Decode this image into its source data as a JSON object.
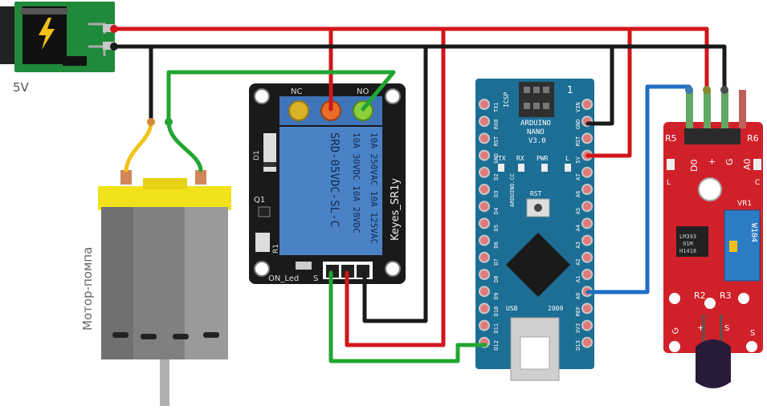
{
  "power": {
    "label": "5V"
  },
  "motor": {
    "label": "Мотор-помпа"
  },
  "relay": {
    "nc_label": "NC",
    "no_label": "NO",
    "d1_label": "D1",
    "q1_label": "Q1",
    "r1_label": "R1",
    "led_label": "ON_Led",
    "s_label": "S",
    "brand": "Keyes_SR1y",
    "spec_line1": "10A 250VAC 10A 125VAC",
    "spec_line2": "10A 30VDC 10A 28VDC",
    "model": "SRD-05VDC-SL-C"
  },
  "arduino": {
    "title1": "ARDUINO",
    "title2": "NANO",
    "title3": "V3.0",
    "icsp": "ICSP",
    "tx": "TX",
    "rx": "RX",
    "pwr": "PWR",
    "l": "L",
    "cc": "ARDUINO.CC",
    "rst": "RST",
    "usb": "USB",
    "year": "2009",
    "num1": "1",
    "left_pins": [
      "TX1",
      "RX0",
      "RST",
      "GND",
      "D2",
      "D3",
      "D4",
      "D5",
      "D6",
      "D7",
      "D8",
      "D9",
      "D10",
      "D11",
      "D12"
    ],
    "right_pins": [
      "VIN",
      "GND",
      "RST",
      "5V",
      "A7",
      "A6",
      "A5",
      "A4",
      "A3",
      "A2",
      "A1",
      "A0",
      "REF",
      "3V3",
      "D13"
    ]
  },
  "sensor": {
    "r5": "R5",
    "r6": "R6",
    "d0": "D0",
    "plus": "+",
    "g": "G",
    "a0": "A0",
    "vr1": "VR1",
    "chip1": "LM393",
    "chip2": "91M",
    "chip3": "H1418",
    "pot": "W104",
    "r2": "R2",
    "r3": "R3",
    "bottom_g": "G",
    "bottom_plus": "+",
    "bottom_s1": "S",
    "bottom_s2": "S",
    "l_label": "L",
    "c_label": "C"
  },
  "colors": {
    "wire_red": "#d0161b",
    "wire_black": "#1a1a1a",
    "wire_green": "#22a532",
    "wire_blue": "#1f6ec4",
    "wire_yellow": "#f2c21a",
    "relay_blue": "#3f74b8",
    "arduino_teal": "#1c6e95",
    "sensor_red": "#d0212a"
  }
}
